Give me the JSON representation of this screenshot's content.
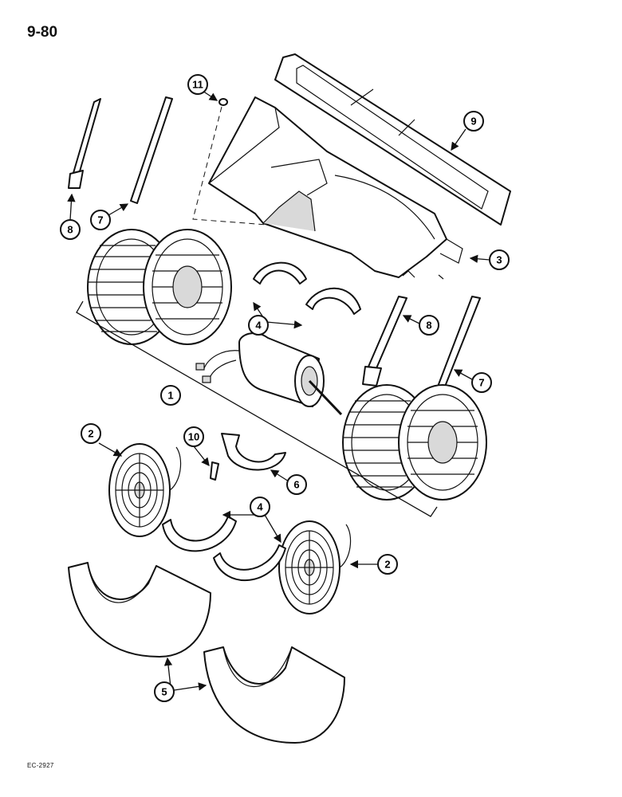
{
  "header": {
    "page_number": "9-80"
  },
  "footer": {
    "drawing_code": "EC-2927"
  },
  "callouts": {
    "c11": "11",
    "c9": "9",
    "c8a": "8",
    "c7a": "7",
    "c3": "3",
    "c4a": "4",
    "c8b": "8",
    "c7b": "7",
    "c1": "1",
    "c2a": "2",
    "c10": "10",
    "c6": "6",
    "c4b": "4",
    "c2b": "2",
    "c5": "5"
  }
}
